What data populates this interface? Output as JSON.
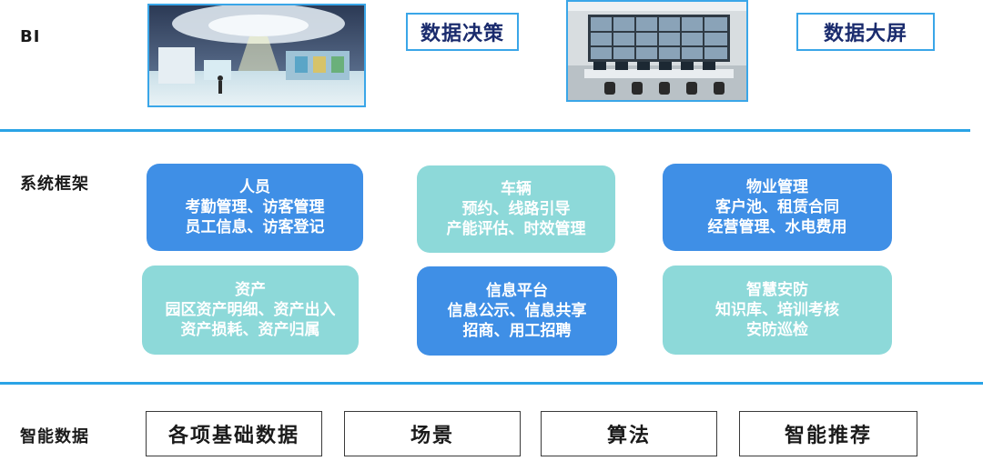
{
  "rows": {
    "bi_label": "BI",
    "framework_label": "系统框架",
    "data_label": "智能数据"
  },
  "bi": {
    "decision_box": "数据决策",
    "screen_box": "数据大屏"
  },
  "cards": [
    {
      "title": "人员",
      "line1": "考勤管理、访客管理",
      "line2": "员工信息、访客登记",
      "color": "#3f8fe6"
    },
    {
      "title": "车辆",
      "line1": "预约、线路引导",
      "line2": "产能评估、时效管理",
      "color": "#8dd9d9"
    },
    {
      "title": "物业管理",
      "line1": "客户池、租赁合同",
      "line2": "经营管理、水电费用",
      "color": "#3f8fe6"
    },
    {
      "title": "资产",
      "line1": "园区资产明细、资产出入",
      "line2": "资产损耗、资产归属",
      "color": "#8dd9d9"
    },
    {
      "title": "信息平台",
      "line1": "信息公示、信息共享",
      "line2": "招商、用工招聘",
      "color": "#3f8fe6"
    },
    {
      "title": "智慧安防",
      "line1": "知识库、培训考核",
      "line2": "安防巡检",
      "color": "#8dd9d9"
    }
  ],
  "data_boxes": [
    "各项基础数据",
    "场景",
    "算法",
    "智能推荐"
  ],
  "colors": {
    "divider": "#2aa3e6",
    "box_border": "#3aa6e8",
    "blue": "#3f8fe6",
    "teal": "#8dd9d9"
  }
}
